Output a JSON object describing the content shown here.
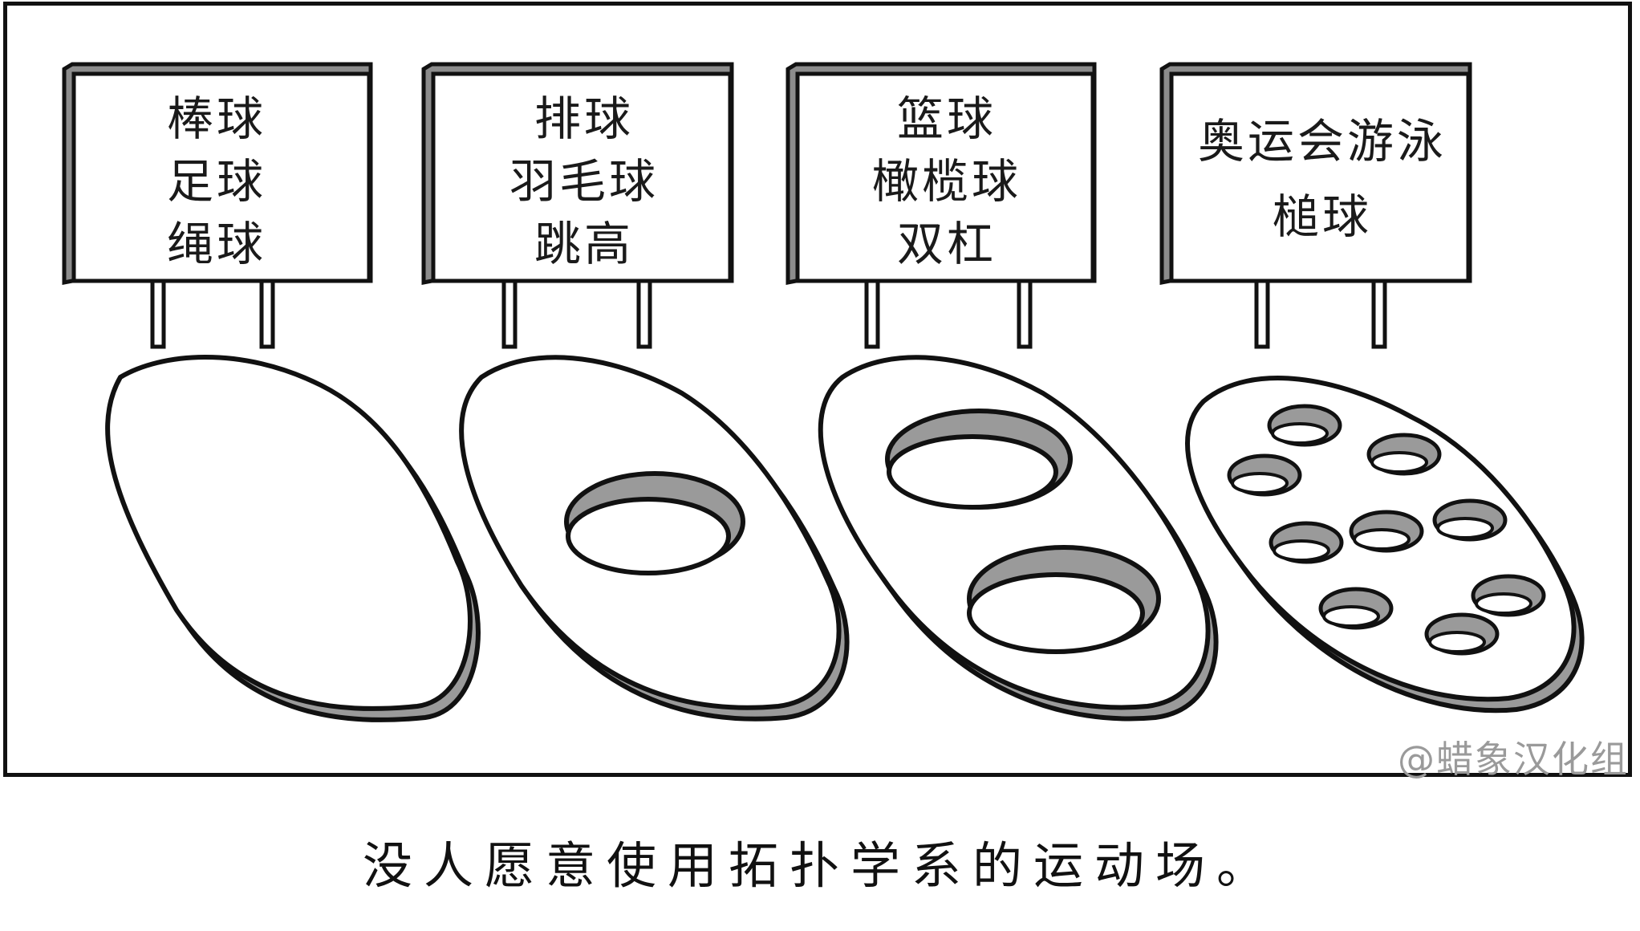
{
  "signs": [
    {
      "lines": [
        "棒球",
        "足球",
        "绳球"
      ]
    },
    {
      "lines": [
        "排球",
        "羽毛球",
        "跳高"
      ]
    },
    {
      "lines": [
        "篮球",
        "橄榄球",
        "双杠"
      ]
    },
    {
      "lines": [
        "奥运会游泳",
        "槌球"
      ]
    }
  ],
  "watermark": "@蜡象汉化组",
  "caption": "没人愿意使用拓扑学系的运动场。",
  "colors": {
    "ink": "#111111",
    "shade": "#9a9a9a",
    "paper": "#ffffff"
  }
}
